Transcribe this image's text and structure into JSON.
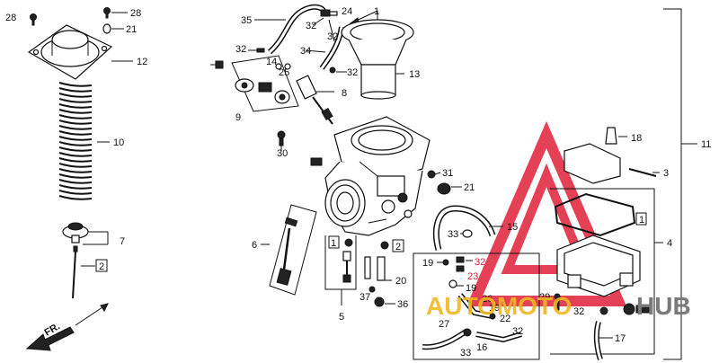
{
  "labels": {
    "l28a": "28",
    "l28b": "28",
    "l21a": "21",
    "l12": "12",
    "l10": "10",
    "l7": "7",
    "l2a": "2",
    "l35": "35",
    "l24": "24",
    "l1top": "1",
    "l32a": "32",
    "l32b": "32",
    "l34": "34",
    "l32c": "32",
    "l13": "13",
    "l32d": "32",
    "l14": "14",
    "l25": "25",
    "l8": "8",
    "l9": "9",
    "l30": "30",
    "l31": "31",
    "l21b": "21",
    "l18": "18",
    "l3": "3",
    "l1b": "1",
    "l11": "11",
    "l4": "4",
    "l15": "15",
    "l33a": "33",
    "l6": "6",
    "l1c": "1",
    "l2b": "2",
    "l20": "20",
    "l37": "37",
    "l36": "36",
    "l5": "5",
    "l19a": "19",
    "l32e": "32",
    "l23": "23",
    "l19b": "19",
    "l26": "26",
    "l19c": "19",
    "l27": "27",
    "l22": "22",
    "l33b": "33",
    "l32f": "32",
    "l16": "16",
    "l29": "29",
    "l32g": "32",
    "l17": "17",
    "fr": "FR."
  },
  "watermark": {
    "left": "AUTOMOTO",
    "right": "HUB",
    "color": "#e0203a"
  }
}
